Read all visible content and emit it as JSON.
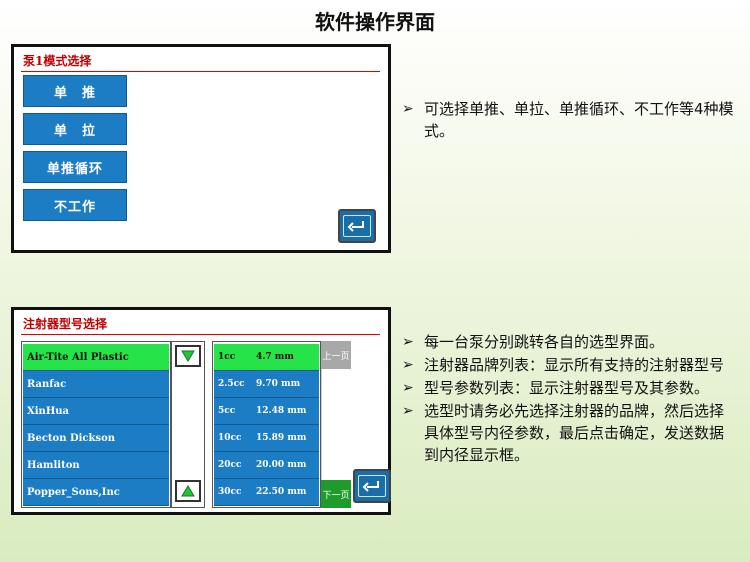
{
  "page": {
    "title": "软件操作界面"
  },
  "mode_panel": {
    "title": "泵1模式选择",
    "buttons": [
      "单　推",
      "单　拉",
      "单推循环",
      "不工作"
    ]
  },
  "syringe_panel": {
    "title": "注射器型号选择",
    "brands": [
      {
        "name": "Air-Tite All Plastic",
        "selected": true
      },
      {
        "name": "Ranfac",
        "selected": false
      },
      {
        "name": "XinHua",
        "selected": false
      },
      {
        "name": "Becton  Dickson",
        "selected": false
      },
      {
        "name": "Hamliton",
        "selected": false
      },
      {
        "name": " Popper_Sons,Inc",
        "selected": false
      }
    ],
    "sizes": [
      {
        "cc": "1cc",
        "diameter": "4.7 mm",
        "selected": true
      },
      {
        "cc": "2.5cc",
        "diameter": "9.70 mm",
        "selected": false
      },
      {
        "cc": "5cc",
        "diameter": "12.48 mm",
        "selected": false
      },
      {
        "cc": "10cc",
        "diameter": "15.89 mm",
        "selected": false
      },
      {
        "cc": "20cc",
        "diameter": "20.00 mm",
        "selected": false
      },
      {
        "cc": "30cc",
        "diameter": "22.50 mm",
        "selected": false
      }
    ],
    "prev_page": "上一页",
    "next_page": "下一页"
  },
  "notes_mode": [
    "可选择单推、单拉、单推循环、不工作等4种模式。"
  ],
  "notes_syringe": [
    "每一台泵分别跳转各自的选型界面。",
    "注射器品牌列表：显示所有支持的注射器型号",
    "型号参数列表：显示注射器型号及其参数。",
    "选型时请务必先选择注射器的品牌，然后选择具体型号内径参数，最后点击确定，发送数据到内径显示框。"
  ],
  "icons": {
    "return": "return-arrow-icon",
    "scroll_down": "triangle-down-icon",
    "scroll_up": "triangle-up-icon",
    "bullet": "arrow-bullet-icon"
  },
  "colors": {
    "button_blue": "#1c7cc4",
    "selected_green": "#27e34a",
    "title_red": "#c00000"
  }
}
